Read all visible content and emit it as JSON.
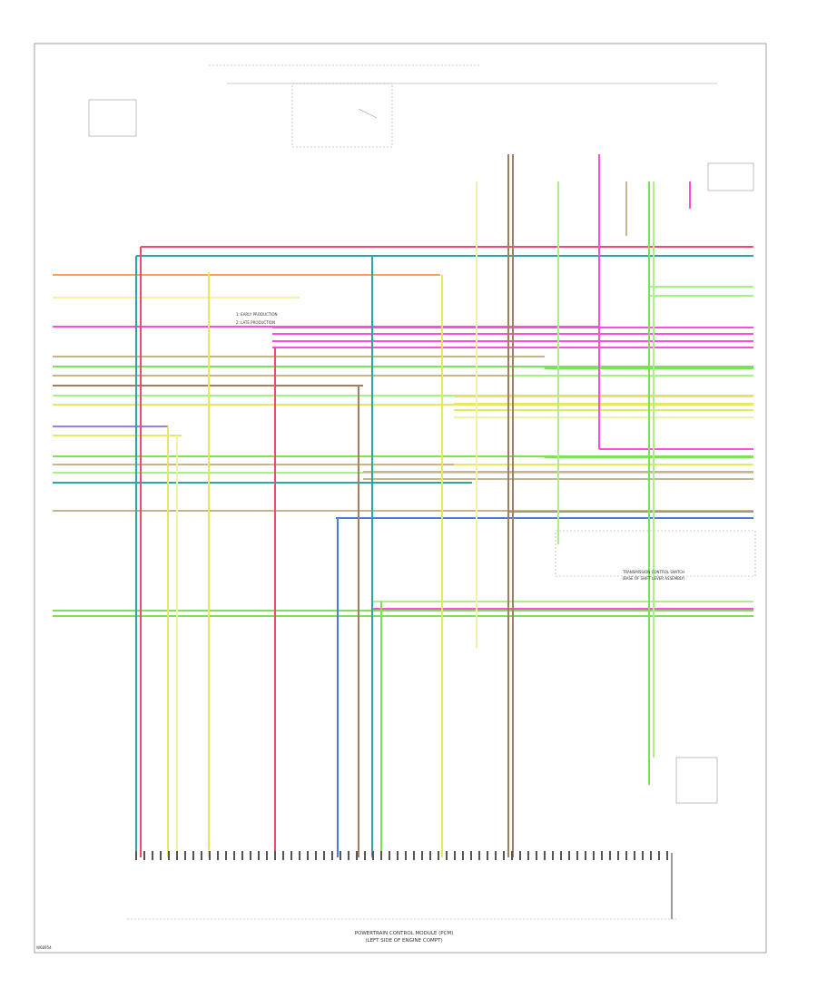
{
  "figure_code": "W68954",
  "module_title": {
    "line1": "POWERTRAIN CONTROL MODULE (PCM)",
    "line2": "(LEFT SIDE OF ENGINE COMPT)"
  },
  "transmission_label": {
    "line1": "TRANSMISSION CONTROL SWITCH",
    "line2": "(BASE OF SHIFT LEVER ASSEMBLY)"
  },
  "notes": [
    "1: EARLY PRODUCTION",
    "2: LATE PRODUCTION"
  ],
  "colors": {
    "red": "#f04a6e",
    "pink": "#ff4fd8",
    "blue": "#4a7cd8",
    "teal": "#2aa6a6",
    "green": "#7ce05a",
    "lightgreen": "#a8f08a",
    "yellow": "#e8e860",
    "lightyellow": "#f2f2a8",
    "orange": "#f8a060",
    "tan": "#c8b48c",
    "brown": "#a08060",
    "purple": "#9a7cf0",
    "gray": "#9a9a9a",
    "black": "#333333"
  },
  "left_wires": [
    {
      "color": "orange"
    },
    {
      "color": "lightyellow"
    },
    {
      "color": "pink"
    },
    {
      "color": "tan"
    },
    {
      "color": "green"
    },
    {
      "color": "tan"
    },
    {
      "color": "brown"
    },
    {
      "color": "lightgreen"
    },
    {
      "color": "yellow"
    },
    {
      "color": "purple"
    },
    {
      "color": "yellow"
    },
    {
      "color": "green"
    },
    {
      "color": "tan"
    },
    {
      "color": "lightgreen"
    },
    {
      "color": "teal"
    },
    {
      "color": "tan"
    },
    {
      "color": "green"
    }
  ],
  "right_wires": [
    {
      "color": "red"
    },
    {
      "color": "teal"
    },
    {
      "color": "lightgreen"
    },
    {
      "color": "lightgreen"
    },
    {
      "color": "pink"
    },
    {
      "color": "pink"
    },
    {
      "color": "pink"
    },
    {
      "color": "pink"
    },
    {
      "color": "green"
    },
    {
      "color": "lightgreen"
    },
    {
      "color": "yellow"
    },
    {
      "color": "yellow"
    },
    {
      "color": "yellow"
    },
    {
      "color": "lightyellow"
    },
    {
      "color": "pink"
    },
    {
      "color": "green"
    },
    {
      "color": "yellow"
    },
    {
      "color": "tan"
    },
    {
      "color": "tan"
    },
    {
      "color": "gray"
    },
    {
      "color": "blue"
    },
    {
      "color": "lightgreen"
    },
    {
      "color": "pink"
    },
    {
      "color": "green"
    }
  ],
  "vertical_wires": [
    {
      "color": "teal"
    },
    {
      "color": "red"
    },
    {
      "color": "yellow"
    },
    {
      "color": "lightyellow"
    },
    {
      "color": "yellow"
    },
    {
      "color": "red"
    },
    {
      "color": "brown"
    },
    {
      "color": "blue"
    },
    {
      "color": "teal"
    },
    {
      "color": "green"
    },
    {
      "color": "yellow"
    },
    {
      "color": "brown"
    },
    {
      "color": "brown"
    },
    {
      "color": "lightyellow"
    },
    {
      "color": "lightgreen"
    },
    {
      "color": "pink"
    },
    {
      "color": "green"
    },
    {
      "color": "lightgreen"
    },
    {
      "color": "tan"
    },
    {
      "color": "pink"
    },
    {
      "color": "gray"
    }
  ]
}
